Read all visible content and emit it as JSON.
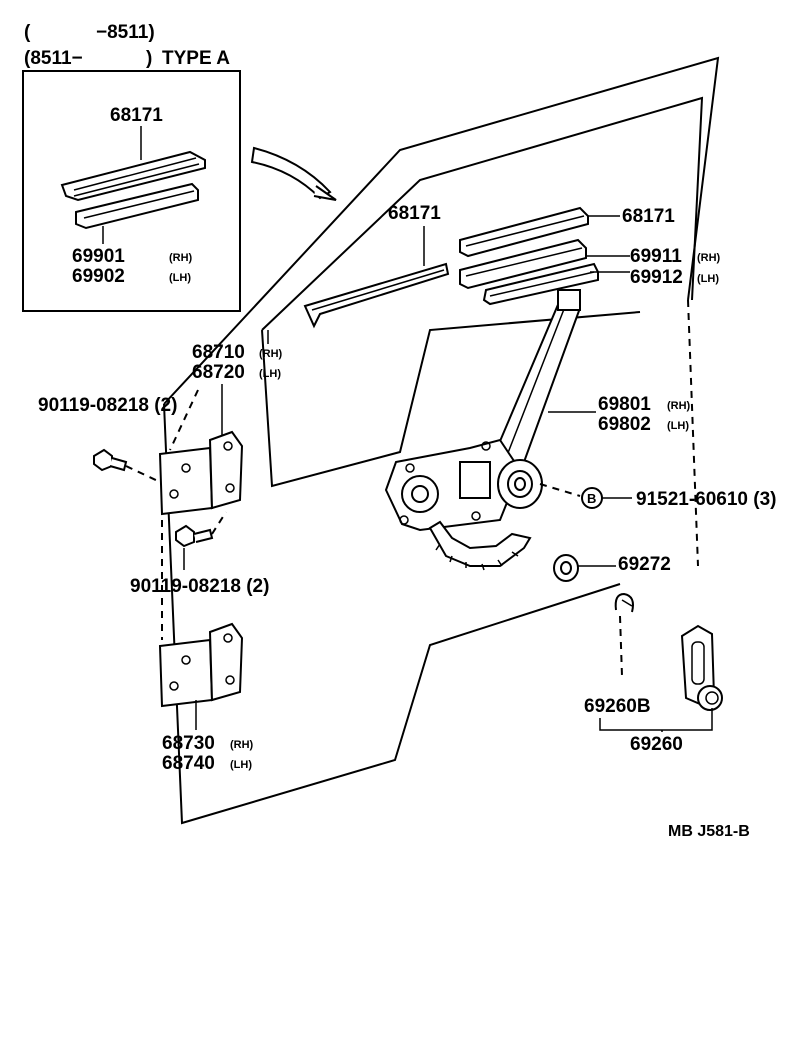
{
  "header": {
    "line1_open": "(",
    "line1_code": "−8511)",
    "line2_code": "(8511−",
    "line2_close": ")",
    "line2_type": "TYPE  A"
  },
  "inset": {
    "channel_top": "68171",
    "channel_bottom_rh": "69901",
    "channel_bottom_lh": "69902",
    "rh": "(RH)",
    "lh": "(LH)"
  },
  "labels": {
    "run_channel": "68171",
    "glass_channel": "68171",
    "lower_channel_rh": "69911",
    "lower_channel_lh": "69912",
    "upper_hinge_rh": "68710",
    "upper_hinge_lh": "68720",
    "bolt_upper": "90119-08218 (2)",
    "bolt_lower": "90119-08218 (2)",
    "regulator_rh": "69801",
    "regulator_lh": "69802",
    "bolt_b": "91521-60610 (3)",
    "b_marker": "B",
    "washer": "69272",
    "handle_clip": "69260B",
    "handle": "69260",
    "lower_hinge_rh": "68730",
    "lower_hinge_lh": "68740",
    "rh": "(RH)",
    "lh": "(LH)",
    "rh_alt": "(RH)",
    "lh_alt": "(LH)",
    "footer_code": "MB  J581-B"
  }
}
